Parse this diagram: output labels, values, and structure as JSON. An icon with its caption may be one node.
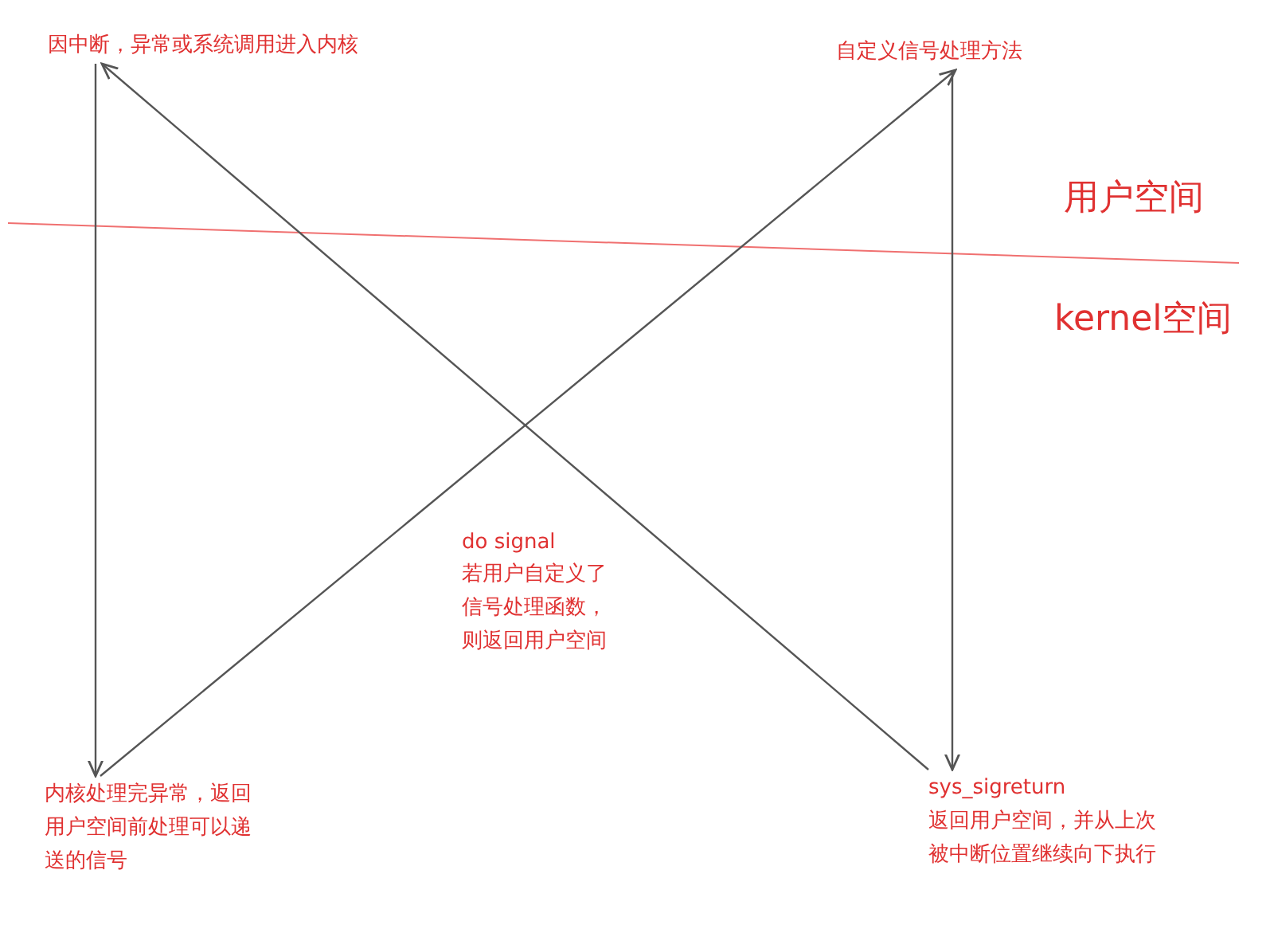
{
  "diagram": {
    "nodes": [
      {
        "text": [
          "因中断，异常或系统调用进入内核"
        ]
      },
      {
        "text": [
          "自定义信号处理方法"
        ]
      },
      {
        "text": [
          "内核处理完异常，返回用户空间前处理可以递送的信号"
        ]
      },
      {
        "text": [
          "sys_sigreturn",
          "返回用户空间，并从上次被中断位置继续向下执行"
        ]
      }
    ],
    "edges": [
      {
        "from": 0,
        "to": 2,
        "arrow": "to"
      },
      {
        "from": 2,
        "to": 1,
        "arrow": "to"
      },
      {
        "from": 1,
        "to": 3,
        "arrow": "to"
      },
      {
        "from": 3,
        "to": 0,
        "arrow": "to"
      }
    ],
    "labels": [
      "用户空间",
      "kernel空间",
      "do signal",
      "若用户自定义了信号处理函数，则返回用户空间"
    ]
  }
}
